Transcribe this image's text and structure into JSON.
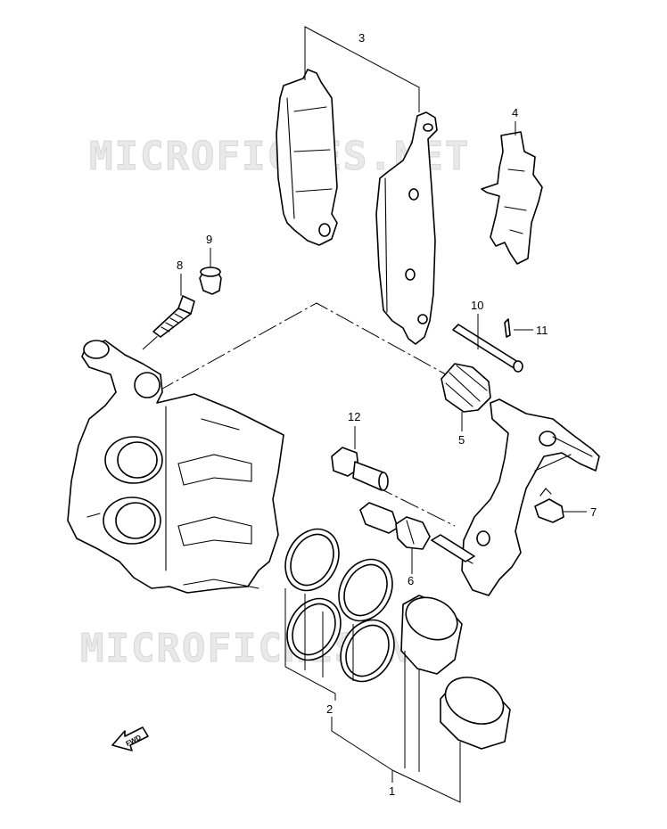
{
  "watermark": {
    "text": "MICROFICHES.NET"
  },
  "fwd_label": "FWD",
  "callouts": {
    "c1": "1",
    "c2": "2",
    "c3": "3",
    "c4": "4",
    "c5": "5",
    "c6": "6",
    "c7": "7",
    "c8": "8",
    "c9": "9",
    "c10": "10",
    "c11": "11",
    "c12": "12"
  }
}
